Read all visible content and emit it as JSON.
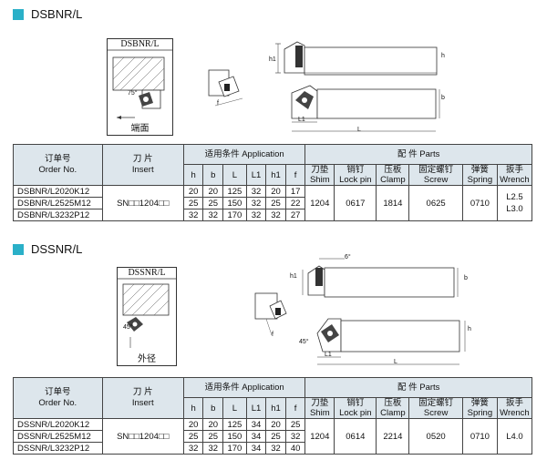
{
  "section1": {
    "title": "DSBNR/L",
    "box_caption": "DSBNR/L",
    "box_foot": "端面",
    "angle_label": "75°",
    "dim_h1": "h1",
    "dim_f": "f",
    "dim_L1": "L1",
    "dim_L": "L",
    "dim_h": "h",
    "dim_b": "b",
    "table": {
      "col_order_cn": "订单号",
      "col_order_en": "Order No.",
      "col_insert_cn": "刀  片",
      "col_insert_en": "Insert",
      "col_app": "适用条件 Application",
      "col_parts": "配    件  Parts",
      "dims": [
        "h",
        "b",
        "L",
        "L1",
        "h1",
        "f"
      ],
      "parts": [
        {
          "cn": "刀垫",
          "en": "Shim"
        },
        {
          "cn": "销钉",
          "en": "Lock pin"
        },
        {
          "cn": "压板",
          "en": "Clamp"
        },
        {
          "cn": "固定螺钉",
          "en": "Screw"
        },
        {
          "cn": "弹簧",
          "en": "Spring"
        },
        {
          "cn": "扳手",
          "en": "Wrench"
        }
      ],
      "insert": "SN□□1204□□",
      "rows": [
        {
          "order": "DSBNR/L2020K12",
          "vals": [
            "20",
            "20",
            "125",
            "32",
            "20",
            "17"
          ]
        },
        {
          "order": "DSBNR/L2525M12",
          "vals": [
            "25",
            "25",
            "150",
            "32",
            "25",
            "22"
          ]
        },
        {
          "order": "DSBNR/L3232P12",
          "vals": [
            "32",
            "32",
            "170",
            "32",
            "32",
            "27"
          ]
        }
      ],
      "part_values": [
        "1204",
        "0617",
        "1814",
        "0625",
        "0710"
      ],
      "wrench": [
        "L2.5",
        "L3.0"
      ]
    }
  },
  "section2": {
    "title": "DSSNR/L",
    "box_caption": "DSSNR/L",
    "box_foot": "外径",
    "angle_label": "45°",
    "angle_top": "6°",
    "dim_h1": "h1",
    "dim_f": "f",
    "dim_L1": "L1",
    "dim_L": "L",
    "dim_h": "h",
    "dim_b": "b",
    "table": {
      "col_order_cn": "订单号",
      "col_order_en": "Order No.",
      "col_insert_cn": "刀  片",
      "col_insert_en": "Insert",
      "col_app": "适用条件 Application",
      "col_parts": "配    件  Parts",
      "dims": [
        "h",
        "b",
        "L",
        "L1",
        "h1",
        "f"
      ],
      "parts": [
        {
          "cn": "刀垫",
          "en": "Shim"
        },
        {
          "cn": "销钉",
          "en": "Lock pin"
        },
        {
          "cn": "压板",
          "en": "Clamp"
        },
        {
          "cn": "固定螺钉",
          "en": "Screw"
        },
        {
          "cn": "弹簧",
          "en": "Spring"
        },
        {
          "cn": "扳手",
          "en": "Wrench"
        }
      ],
      "insert": "SN□□1204□□",
      "rows": [
        {
          "order": "DSSNR/L2020K12",
          "vals": [
            "20",
            "20",
            "125",
            "34",
            "20",
            "25"
          ]
        },
        {
          "order": "DSSNR/L2525M12",
          "vals": [
            "25",
            "25",
            "150",
            "34",
            "25",
            "32"
          ]
        },
        {
          "order": "DSSNR/L3232P12",
          "vals": [
            "32",
            "32",
            "170",
            "34",
            "32",
            "40"
          ]
        }
      ],
      "part_values": [
        "1204",
        "0614",
        "2214",
        "0520",
        "0710"
      ],
      "wrench": [
        "L4.0"
      ]
    }
  }
}
